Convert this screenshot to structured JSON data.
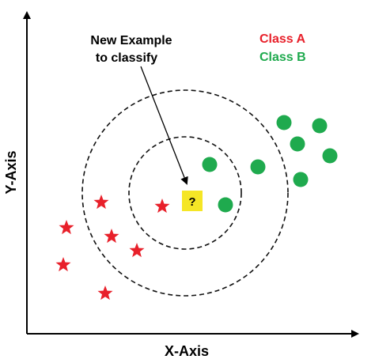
{
  "axes": {
    "x_label": "X-Axis",
    "y_label": "Y-Axis"
  },
  "annotation": {
    "line1": "New Example",
    "line2": "to classify",
    "query_symbol": "?"
  },
  "legend": {
    "class_a": "Class A",
    "class_b": "Class B"
  },
  "colors": {
    "class_a": "#e8202a",
    "class_b": "#1faa4e",
    "query_fill": "#f5e626",
    "axis": "#000000",
    "circle": "#111111"
  },
  "marker_shapes": {
    "class_a": "star",
    "class_b": "circle",
    "query": "square"
  }
}
